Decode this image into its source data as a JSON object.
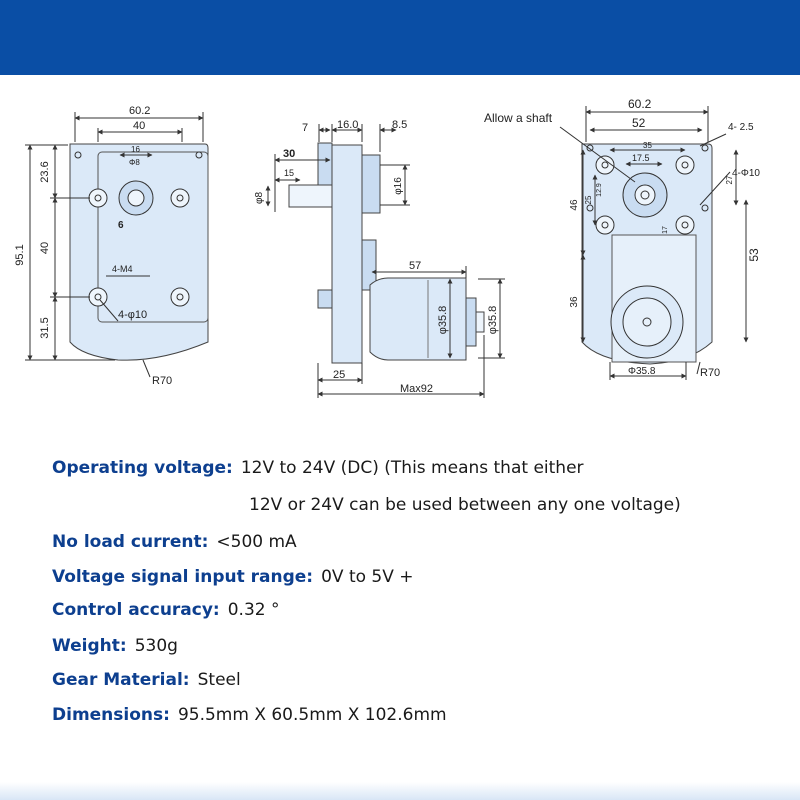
{
  "drawing": {
    "front": {
      "width": "60.2",
      "inner_width": "40",
      "hole_spacing": "16",
      "shaft_dia": "Φ8",
      "shaft_flat": "6",
      "height": "95.1",
      "seg_top": "23.6",
      "seg_mid": "40",
      "seg_bottom": "31.5",
      "thread": "4-M4",
      "holes": "4-φ10",
      "radius": "R70"
    },
    "side": {
      "dim_7": "7",
      "dim_16": "16.0",
      "dim_85": "8.5",
      "shaft_len": "30",
      "shaft_15": "15",
      "shaft_dia": "φ8",
      "boss_dia": "φ16",
      "motor_len": "57",
      "motor_dia": "φ35.8",
      "motor_dia_right": "φ35.8",
      "flange": "25",
      "max_len": "Max92"
    },
    "back": {
      "callout": "Allow a shaft",
      "width": "60.2",
      "inner_width": "52",
      "holes_small": "4- 2.5",
      "holes_big": "4-Φ10",
      "dim_35": "35",
      "dim_175": "17.5",
      "dim_129": "12.9",
      "dim_46": "46",
      "dim_25": "25",
      "dim_27": "27",
      "dim_53": "53",
      "dim_36": "36",
      "dim_17": "17",
      "motor_dia": "Φ35.8",
      "radius": "R70"
    }
  },
  "specs": [
    {
      "label": "Operating voltage:",
      "value": "12V to 24V (DC) (This means that either",
      "continuation": "12V or 24V can be used between any one voltage)"
    },
    {
      "label": "No load current:",
      "value": "<500 mA"
    },
    {
      "label": "Voltage signal input range:",
      "value": "0V to 5V +"
    },
    {
      "label": "Control accuracy:",
      "value": "0.32 °"
    },
    {
      "label": "Weight:",
      "value": "530g"
    },
    {
      "label": "Gear Material:",
      "value": "Steel"
    },
    {
      "label": "Dimensions:",
      "value": "95.5mm X 60.5mm X 102.6mm"
    }
  ],
  "colors": {
    "banner": "#0a4ea5",
    "label": "#0d3f8f",
    "part_fill": "#dbe9f8",
    "line": "#2b2b2b"
  }
}
